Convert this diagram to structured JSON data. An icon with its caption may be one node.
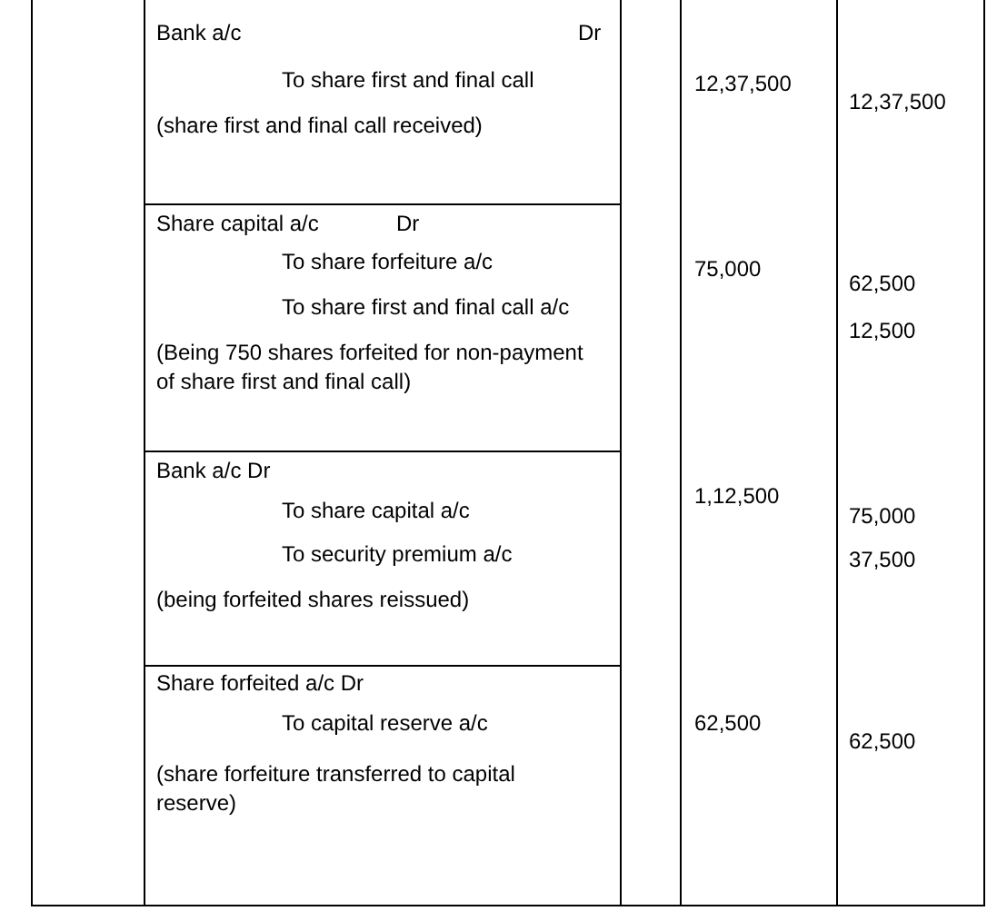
{
  "diagram": {
    "labels": [
      "Bank a/c",
      "Dr",
      "To share first and final call",
      "(share first and final call received)",
      "12,37,500",
      "12,37,500",
      "Share capital a/c",
      "Dr",
      "To share forfeiture a/c",
      "To share first and final call a/c",
      "(Being 750 shares forfeited for non-payment of share first and final call)",
      "75,000",
      "62,500",
      "12,500",
      "Bank a/c Dr",
      "To share capital a/c",
      "To security premium a/c",
      "(being forfeited shares reissued)",
      "1,12,500",
      "75,000",
      "37,500",
      "Share forfeited a/c Dr",
      "To capital reserve a/c",
      "(share forfeiture transferred to capital reserve)",
      "62,500",
      "62,500"
    ]
  }
}
